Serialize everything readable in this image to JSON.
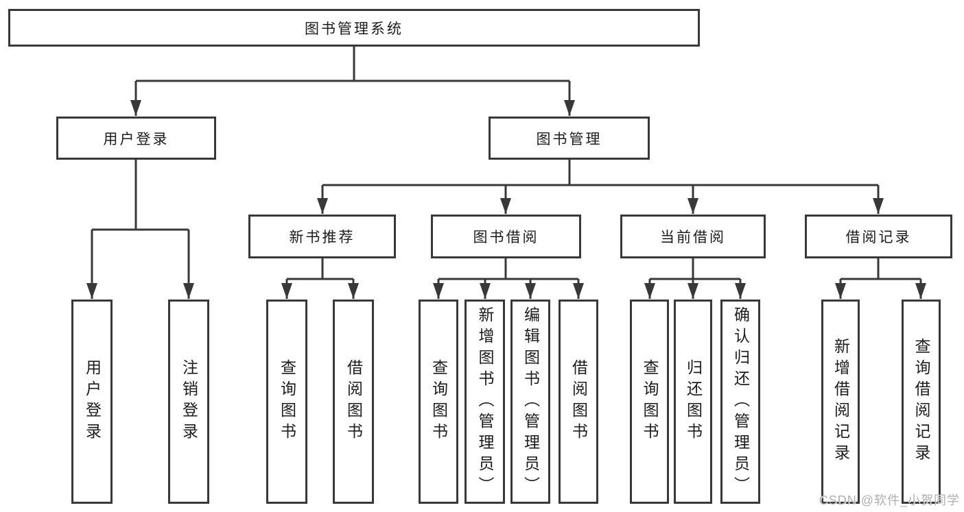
{
  "diagram": {
    "root": {
      "label": "图书管理系统"
    },
    "level2": [
      {
        "label": "用户登录"
      },
      {
        "label": "图书管理"
      }
    ],
    "level3": [
      {
        "label": "新书推荐"
      },
      {
        "label": "图书借阅"
      },
      {
        "label": "当前借阅"
      },
      {
        "label": "借阅记录"
      }
    ],
    "leaves": {
      "login": [
        {
          "label": "用户登录"
        },
        {
          "label": "注销登录"
        }
      ],
      "recommend": [
        {
          "label": "查询图书"
        },
        {
          "label": "借阅图书"
        }
      ],
      "borrow": [
        {
          "label": "查询图书"
        },
        {
          "label": "新增图书（管理员）"
        },
        {
          "label": "编辑图书（管理员）"
        },
        {
          "label": "借阅图书"
        }
      ],
      "current": [
        {
          "label": "查询图书"
        },
        {
          "label": "归还图书"
        },
        {
          "label": "确认归还（管理员）"
        }
      ],
      "records": [
        {
          "label": "新增借阅记录"
        },
        {
          "label": "查询借阅记录"
        }
      ]
    },
    "line_color": "#383838",
    "text_color": "#1c1c1c",
    "box_background": "#ffffff"
  },
  "watermark": {
    "text": "CSDN @软件_小贺同学",
    "color": "#acacac"
  }
}
